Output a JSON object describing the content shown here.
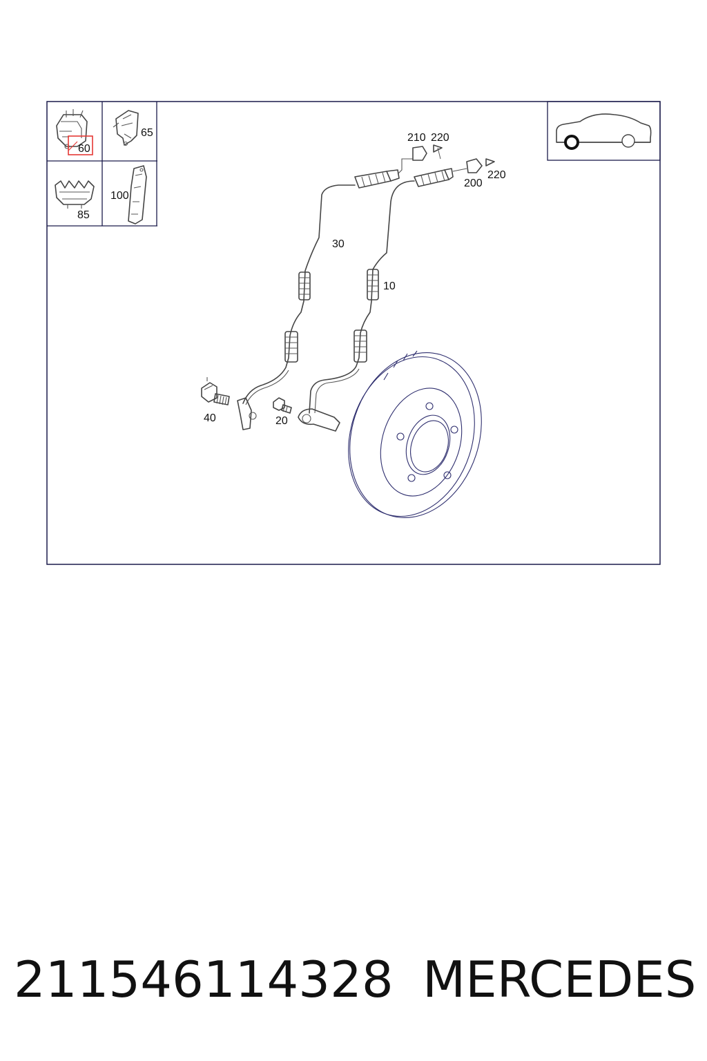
{
  "diagram": {
    "thumbnails": [
      {
        "label": "60",
        "highlighted": true
      },
      {
        "label": "65"
      },
      {
        "label": "85"
      },
      {
        "label": "100"
      }
    ],
    "callouts": {
      "c210": "210",
      "c220a": "220",
      "c220b": "220",
      "c200": "200",
      "c30": "30",
      "c10": "10",
      "c40": "40",
      "c20": "20"
    },
    "colors": {
      "highlight": "#e53935",
      "frame": "#1a1a4a",
      "disc_line": "#2e2e6e"
    }
  },
  "footer": {
    "part_number": "211546114328",
    "brand": "MERCEDES"
  }
}
